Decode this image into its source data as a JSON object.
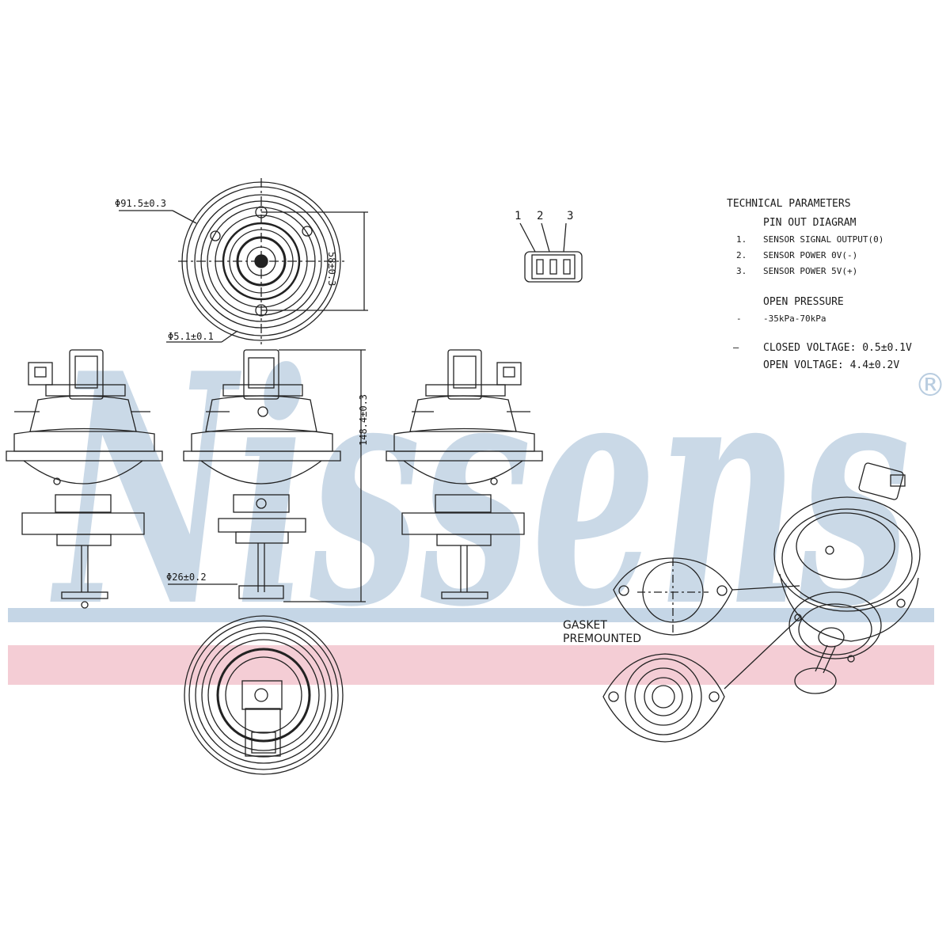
{
  "watermark": {
    "text": "Nissens",
    "reg": "®",
    "blue": "#b9cde0",
    "pink": "#f2c6cf"
  },
  "dimensions": {
    "outer_diameter": "Φ91.5±0.3",
    "bolt_spacing": "58±0.3",
    "hole_diameter": "Φ5.1±0.1",
    "height": "148.4±0.3",
    "valve_diameter": "Φ26±0.2"
  },
  "connector": {
    "pins": [
      "1",
      "2",
      "3"
    ]
  },
  "gasket": {
    "line1": "GASKET",
    "line2": "PREMOUNTED"
  },
  "technical": {
    "title": "TECHNICAL PARAMETERS",
    "pin_out_title": "PIN OUT DIAGRAM",
    "pins": [
      {
        "num": "1.",
        "text": "SENSOR SIGNAL OUTPUT(0)"
      },
      {
        "num": "2.",
        "text": "SENSOR POWER 0V(-)"
      },
      {
        "num": "3.",
        "text": "SENSOR POWER 5V(+)"
      }
    ],
    "open_pressure_title": "OPEN PRESSURE",
    "open_pressure_dash": "-",
    "open_pressure_value": "-35kPa-70kPa",
    "voltage_dash": "—",
    "closed_voltage": "CLOSED VOLTAGE: 0.5±0.1V",
    "open_voltage": "OPEN VOLTAGE: 4.4±0.2V"
  }
}
